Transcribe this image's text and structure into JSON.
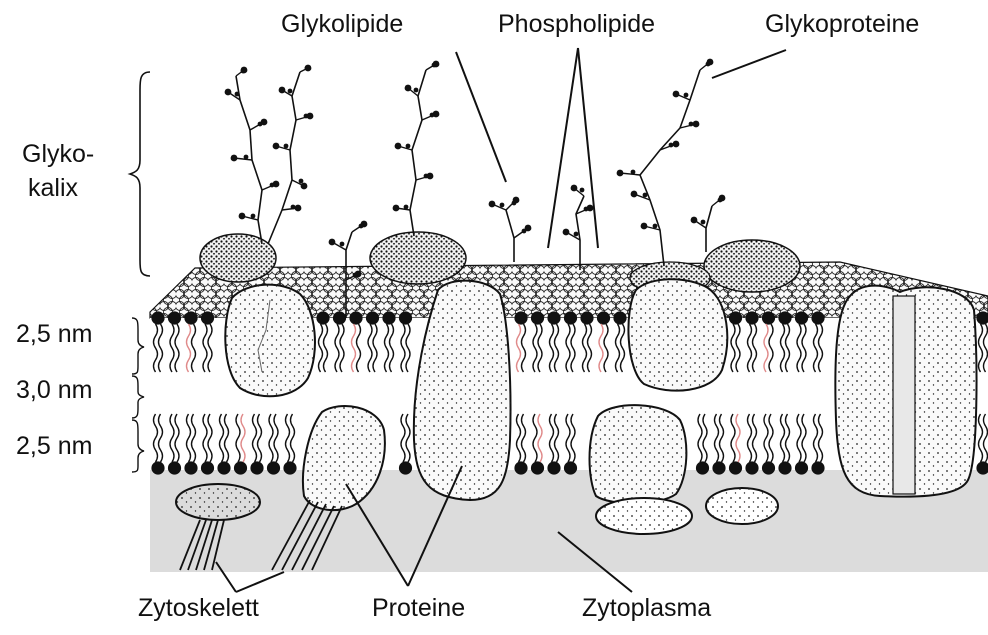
{
  "labels": {
    "glykolipide": "Glykolipide",
    "phospholipide": "Phospholipide",
    "glykoproteine": "Glykoproteine",
    "glykokalix_line1": "Glyko-",
    "glykokalix_line2": "kalix",
    "thickness_top": "2,5 nm",
    "thickness_middle": "3,0 nm",
    "thickness_bottom": "2,5 nm",
    "zytoskelett": "Zytoskelett",
    "proteine": "Proteine",
    "zytoplasma": "Zytoplasma"
  },
  "colors": {
    "ink": "#111111",
    "cytoplasm": "#dcdcdc",
    "tail_highlight": "#e08a8a"
  }
}
